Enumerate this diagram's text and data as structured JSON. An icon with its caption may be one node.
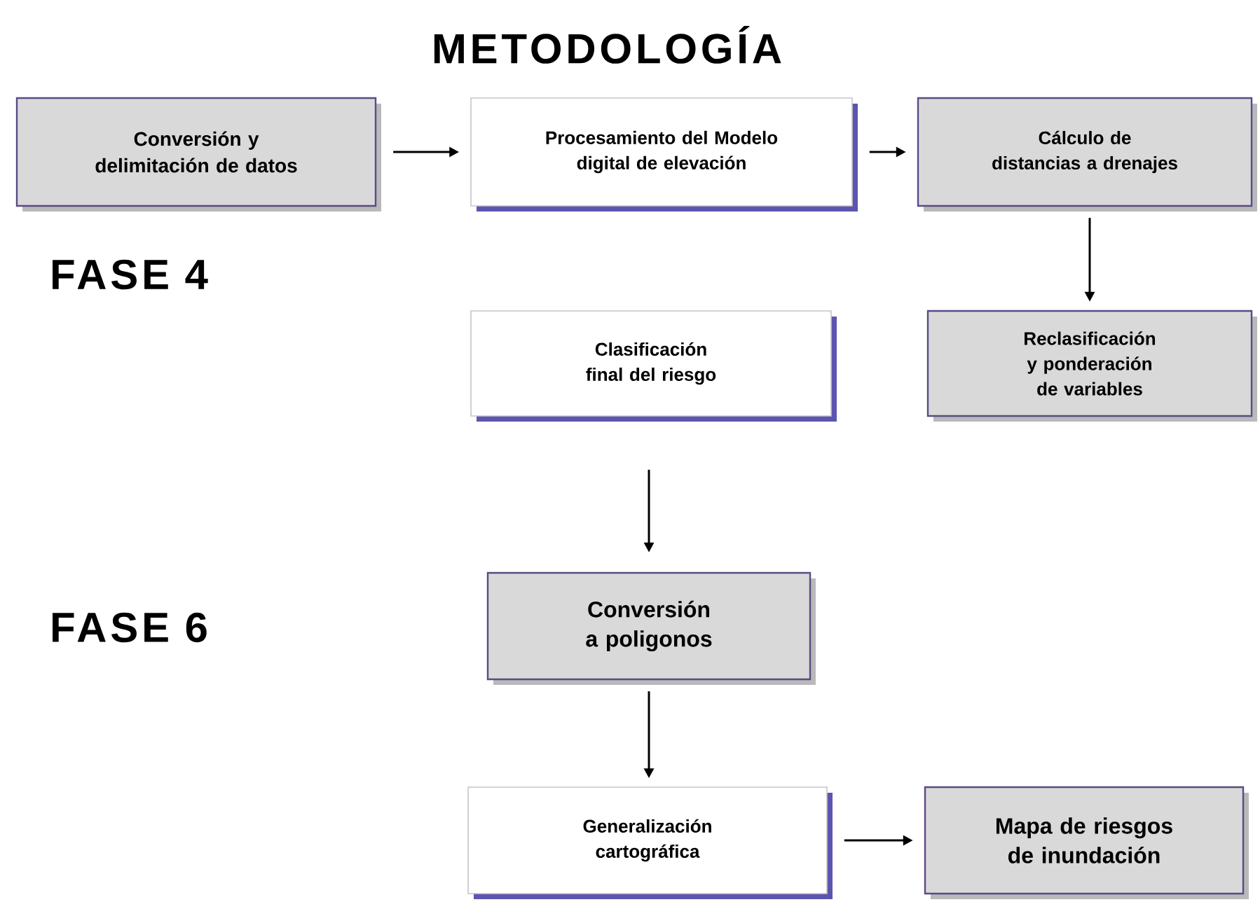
{
  "diagram": {
    "title": "METODOLOGÍA",
    "nodes": [
      {
        "text": [
          "Conversión y delimitación de datos"
        ]
      },
      {
        "text": [
          "Procesamiento del Modelo digital de elevación"
        ]
      },
      {
        "text": [
          "Cálculo de distancias a drenajes"
        ]
      },
      {
        "text": [
          "Clasificación final del riesgo"
        ]
      },
      {
        "text": [
          "Reclasificación y ponderación de variables"
        ]
      },
      {
        "text": [
          "Conversión a poligonos"
        ]
      },
      {
        "text": [
          "Generalización cartográfica"
        ]
      },
      {
        "text": [
          "Mapa de riesgos de inundación"
        ]
      }
    ],
    "edges": [
      {
        "from": 0,
        "to": 1,
        "arrow": "to"
      },
      {
        "from": 1,
        "to": 2,
        "arrow": "to"
      },
      {
        "from": 2,
        "to": 4,
        "arrow": "to"
      },
      {
        "from": 3,
        "to": 5,
        "arrow": "to"
      },
      {
        "from": 5,
        "to": 6,
        "arrow": "to"
      },
      {
        "from": 6,
        "to": 7,
        "arrow": "to"
      }
    ],
    "labels": [
      "FASE 4",
      "FASE 6"
    ]
  }
}
